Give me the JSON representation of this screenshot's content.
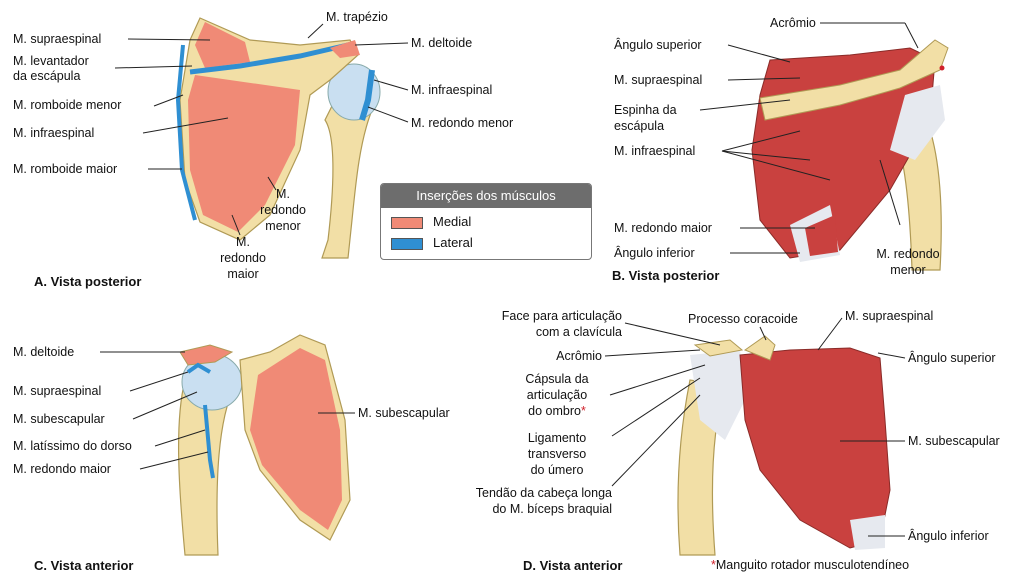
{
  "colors": {
    "medial": "#f08a76",
    "lateral": "#2f8fd2",
    "bone": "#f2dfa6",
    "muscle": "#c9413f"
  },
  "panelA": {
    "caption": "A. Vista posterior",
    "labels": {
      "supraespinal": "M. supraespinal",
      "levantador1": "M. levantador",
      "levantador2": "da escápula",
      "romboide_menor": "M. romboide menor",
      "infraespinal": "M. infraespinal",
      "romboide_maior": "M. romboide maior",
      "trapezio": "M. trapézio",
      "deltoide": "M. deltoide",
      "infraespinal_r": "M. infraespinal",
      "redondo_menor_r": "M. redondo menor",
      "redondo_menor_1": "M.",
      "redondo_menor_2": "redondo",
      "redondo_menor_3": "menor",
      "redondo_maior_1": "M.",
      "redondo_maior_2": "redondo",
      "redondo_maior_3": "maior"
    }
  },
  "legend": {
    "title": "Inserções dos músculos",
    "medial": "Medial",
    "lateral": "Lateral"
  },
  "panelB": {
    "caption": "B. Vista posterior",
    "labels": {
      "acromio": "Acrômio",
      "angulo_superior": "Ângulo superior",
      "supraespinal": "M. supraespinal",
      "espinha1": "Espinha da",
      "espinha2": "escápula",
      "infraespinal": "M. infraespinal",
      "redondo_maior": "M. redondo maior",
      "angulo_inferior": "Ângulo inferior",
      "redondo_menor1": "M. redondo",
      "redondo_menor2": "menor"
    }
  },
  "panelC": {
    "caption": "C. Vista anterior",
    "labels": {
      "deltoide": "M. deltoide",
      "supraespinal": "M. supraespinal",
      "subescapular": "M. subescapular",
      "latissimo": "M. latíssimo do dorso",
      "redondo_maior": "M. redondo maior",
      "subescapular_r": "M. subescapular"
    }
  },
  "panelD": {
    "caption": "D. Vista anterior",
    "labels": {
      "face1": "Face para articulação",
      "face2": "com a clavícula",
      "processo": "Processo coracoide",
      "supraespinal": "M. supraespinal",
      "angulo_superior": "Ângulo superior",
      "acromio": "Acrômio",
      "capsula1": "Cápsula da",
      "capsula2": "articulação",
      "capsula3": "do ombro",
      "ligamento1": "Ligamento",
      "ligamento2": "transverso",
      "ligamento3": "do úmero",
      "tendao1": "Tendão da cabeça longa",
      "tendao2": "do M. bíceps braquial",
      "subescapular": "M. subescapular",
      "angulo_inferior": "Ângulo inferior"
    },
    "asterisk": "*",
    "footnote_mark": "*",
    "footnote": "Manguito rotador musculotendíneo"
  }
}
